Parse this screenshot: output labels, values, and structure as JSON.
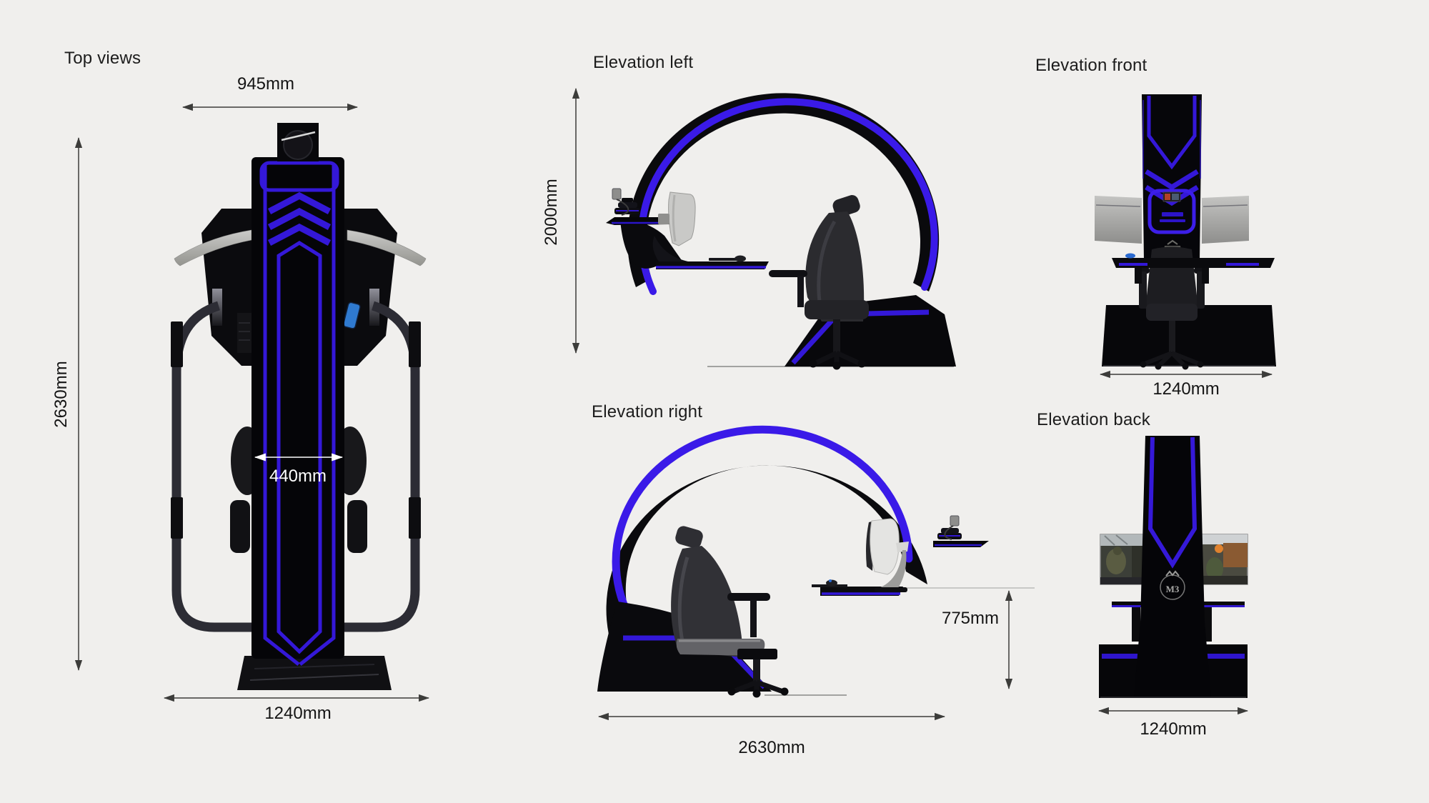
{
  "page": {
    "background_color": "#f0efed",
    "accent_color": "#3418d8"
  },
  "views": {
    "top": {
      "title": "Top views",
      "dims": {
        "width": "945mm",
        "depth": "2630mm",
        "seat_width": "440mm",
        "base_width": "1240mm"
      }
    },
    "elevation_left": {
      "title": "Elevation left",
      "dims": {
        "height": "2000mm"
      }
    },
    "elevation_front": {
      "title": "Elevation front",
      "dims": {
        "width": "1240mm"
      }
    },
    "elevation_right": {
      "title": "Elevation right",
      "dims": {
        "desk_height": "775mm",
        "length": "2630mm"
      }
    },
    "elevation_back": {
      "title": "Elevation back",
      "logo": "M3",
      "dims": {
        "width": "1240mm"
      }
    }
  }
}
